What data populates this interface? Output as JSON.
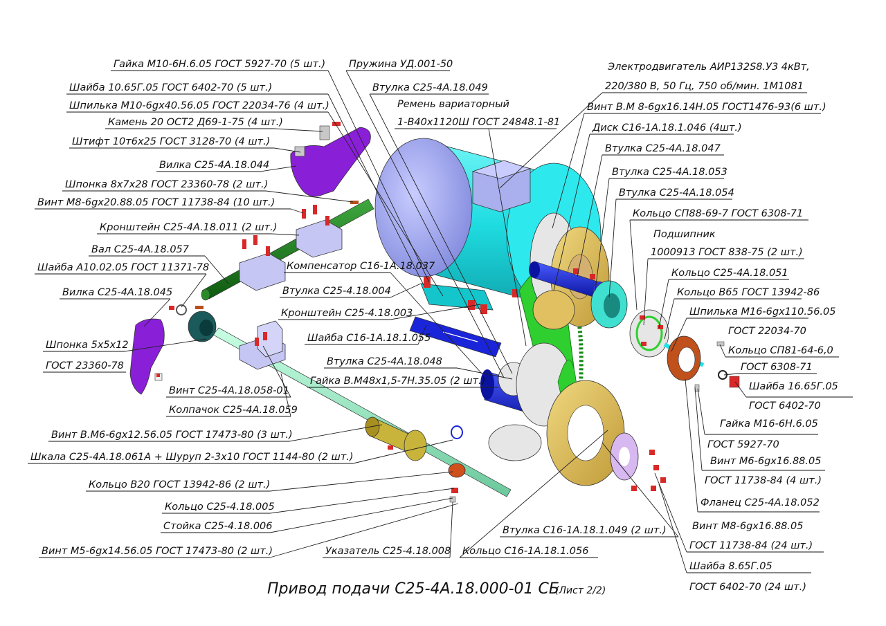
{
  "title": "Привод подачи С25-4А.18.000-01 СБ",
  "sheet": "(Лист 2/2)",
  "labels": {
    "l1": "Гайка М10-6Н.6.05 ГОСТ 5927-70 (5 шт.)",
    "l2": "Шайба 10.65Г.05 ГОСТ 6402-70 (5 шт.)",
    "l3": "Шпилька М10-6gx40.56.05 ГОСТ 22034-76 (4 шт.)",
    "l4": "Камень 20 ОСТ2 Д69-1-75 (4 шт.)",
    "l5": "Штифт 10т6х25 ГОСТ 3128-70 (4 шт.)",
    "l6": "Вилка С25-4А.18.044",
    "l7": "Шпонка 8х7х28 ГОСТ 23360-78 (2 шт.)",
    "l8": "Винт М8-6gx20.88.05 ГОСТ 11738-84 (10 шт.)",
    "l9": "Кронштейн С25-4А.18.011 (2 шт.)",
    "l10": "Вал С25-4А.18.057",
    "l11": "Шайба А10.02.05 ГОСТ 11371-78",
    "l12": "Вилка С25-4А.18.045",
    "l13a": "Шпонка 5х5х12",
    "l13b": "ГОСТ 23360-78",
    "l14": "Винт С25-4А.18.058-01",
    "l15": "Колпачок С25-4А.18.059",
    "l16": "Винт В.М6-6gx12.56.05 ГОСТ 17473-80 (3 шт.)",
    "l17": "Шкала С25-4А.18.061А + Шуруп 2-3х10 ГОСТ 1144-80 (2 шт.)",
    "l18": "Кольцо В20 ГОСТ 13942-86 (2 шт.)",
    "l19": "Кольцо С25-4.18.005",
    "l20": "Стойка С25-4.18.006",
    "l21": "Винт М5-6gx14.56.05 ГОСТ 17473-80 (2 шт.)",
    "l22": "Пружина УД.001-50",
    "l23": "Втулка С25-4А.18.049",
    "l24a": "Ремень вариаторный",
    "l24b": "1-В40х1120Ш ГОСТ 24848.1-81",
    "l25": "Компенсатор С16-1А.18.037",
    "l26": "Втулка С25-4.18.004",
    "l27": "Кронштейн С25-4.18.003",
    "l28": "Шайба С16-1А.18.1.055",
    "l29": "Втулка С25-4А.18.048",
    "l30": "Гайка В.М48х1,5-7Н.35.05 (2 шт.)",
    "l31": "Указатель С25-4.18.008",
    "l32a": "Электродвигатель АИР132S8.У3 4кВт,",
    "l32b": "220/380 В, 50 Гц, 750 об/мин. 1М1081",
    "l33": "Винт В.М 8-6gx16.14Н.05 ГОСТ1476-93(6 шт.)",
    "l34": "Диск С16-1А.18.1.046 (4шт.)",
    "l35": "Втулка С25-4А.18.047",
    "l36": "Втулка С25-4А.18.053",
    "l37": "Втулка С25-4А.18.054",
    "l38": "Кольцо СП88-69-7 ГОСТ 6308-71",
    "l39a": "Подшипник",
    "l39b": "1000913 ГОСТ 838-75 (2 шт.)",
    "l40": "Кольцо С25-4А.18.051",
    "l41": "Кольцо В65 ГОСТ 13942-86",
    "l42": "Шпилька М16-6gx110.56.05",
    "l43a": "ГОСТ 22034-70",
    "l43b": "Кольцо СП81-64-6,0",
    "l44": "ГОСТ 6308-71",
    "l45a": "Шайба 16.65Г.05",
    "l45b": "ГОСТ 6402-70",
    "l46a": "Гайка М16-6Н.6.05",
    "l46b": "ГОСТ 5927-70",
    "l47a": "Винт М6-6gx16.88.05",
    "l47b": "ГОСТ 11738-84 (4 шт.)",
    "l48": "Фланец С25-4А.18.052",
    "l49": "Втулка С16-1А.18.1.049 (2 шт.)",
    "l50": "Кольцо С16-1А.18.1.056",
    "l51a": "Винт М8-6gx16.88.05",
    "l51b": "ГОСТ 11738-84 (24 шт.)",
    "l51c": "Шайба 8.65Г.05",
    "l51d": "ГОСТ 6402-70 (24 шт.)"
  },
  "colors": {
    "motor": "#22e3e8",
    "motor_end": "#aab0ee",
    "fork": "#8a1fd8",
    "shaft_green": "#1f7a1f",
    "shaft_light": "#99f0c8",
    "belt": "#2fcf2f",
    "disk_gold": "#e0c060",
    "blue_sleeve": "#1a24d8",
    "bracket": "#c6c6f4",
    "ring_brown": "#b8501c",
    "bolt_red": "#d82828"
  }
}
